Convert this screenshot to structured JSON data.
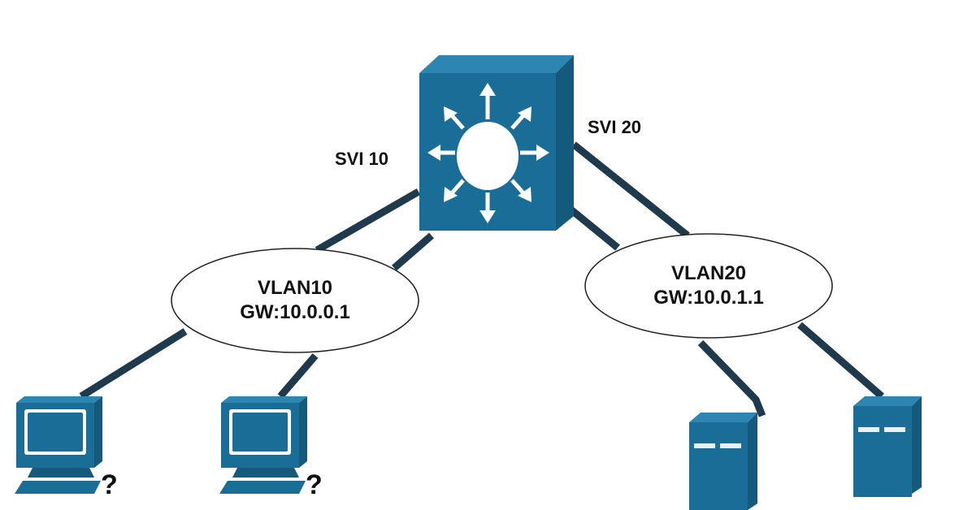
{
  "colors": {
    "device": "#1a6d96",
    "device_dark": "#145a7d",
    "device_light": "#2c86b1",
    "link": "#1f3a4d",
    "cloud_fill": "#ffffff",
    "cloud_stroke": "#222222"
  },
  "switch": {
    "icon": "layer3-switch-icon",
    "labels": {
      "svi10": "SVI 10",
      "svi20": "SVI 20"
    }
  },
  "vlans": [
    {
      "name": "VLAN10",
      "gateway": "GW:10.0.0.1"
    },
    {
      "name": "VLAN20",
      "gateway": "GW:10.0.1.1"
    }
  ],
  "hosts": [
    {
      "type": "pc",
      "icon": "pc-icon",
      "badge": "?"
    },
    {
      "type": "pc",
      "icon": "pc-icon",
      "badge": "?"
    },
    {
      "type": "server",
      "icon": "server-icon"
    },
    {
      "type": "server",
      "icon": "server-icon"
    }
  ]
}
